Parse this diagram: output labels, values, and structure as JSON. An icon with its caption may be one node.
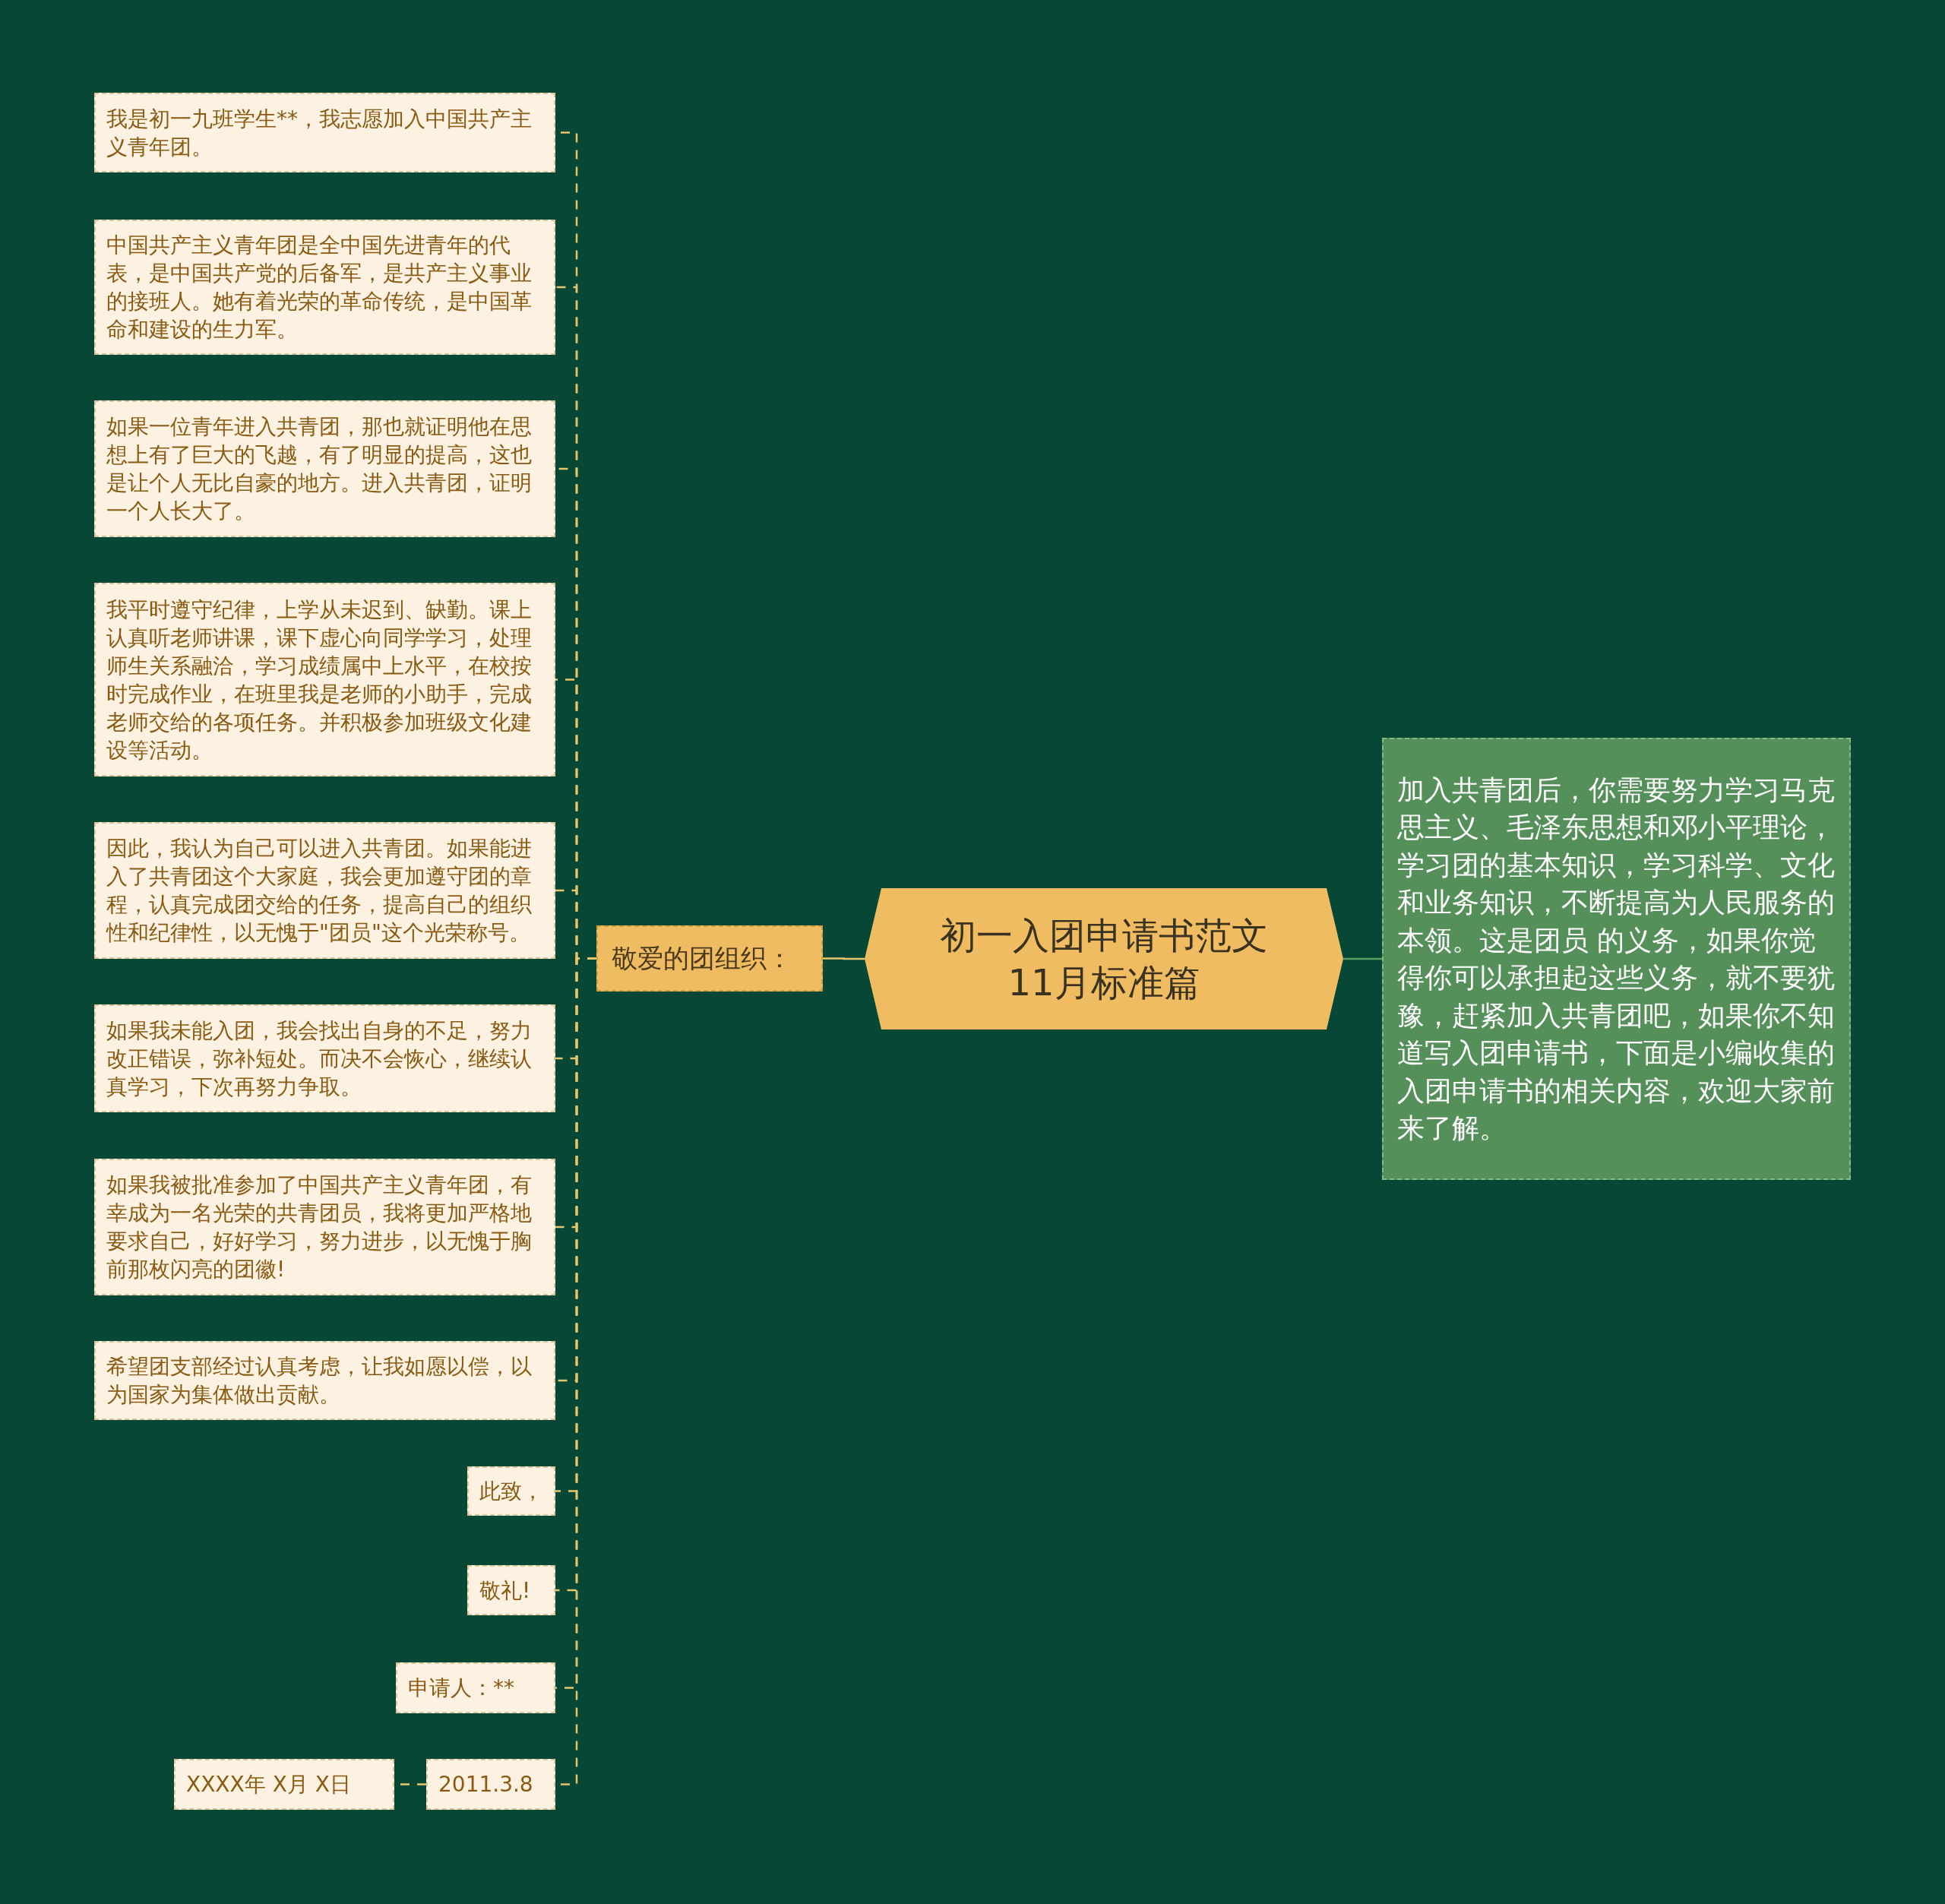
{
  "diagram": {
    "nodes": [
      {
        "text": [
          "初一入团申请书范文11月标准篇"
        ]
      },
      {
        "text": [
          "敬爱的团组织："
        ]
      },
      {
        "text": [
          "我是初一九班学生**，我志愿加入中国共产主义青年团。"
        ]
      },
      {
        "text": [
          "中国共产主义青年团是全中国先进青年的代表，是中国共产党的后备军，是共产主义事业的接班人。她有着光荣的革命传统，是中国革命和建设的生力军。"
        ]
      },
      {
        "text": [
          "如果一位青年进入共青团，那也就证明他在思想上有了巨大的飞越，有了明显的提高，这也是让个人无比自豪的地方。进入共青团，证明一个人长大了。"
        ]
      },
      {
        "text": [
          "我平时遵守纪律，上学从未迟到、缺勤。课上认真听老师讲课，课下虚心向同学学习，处理师生关系融洽，学习成绩属中上水平，在校按时完成作业，在班里我是老师的小助手，完成老师交给的各项任务。并积极参加班级文化建设等活动。"
        ]
      },
      {
        "text": [
          "因此，我认为自己可以进入共青团。如果能进入了共青团这个大家庭，我会更加遵守团的章程，认真完成团交给的任务，提高自己的组织性和纪律性，以无愧于\"团员\"这个光荣称号。"
        ]
      },
      {
        "text": [
          "如果我未能入团，我会找出自身的不足，努力改正错误，弥补短处。而决不会恢心，继续认真学习，下次再努力争取。"
        ]
      },
      {
        "text": [
          "如果我被批准参加了中国共产主义青年团，有幸成为一名光荣的共青团员，我将更加严格地要求自己，好好学习，努力进步，以无愧于胸前那枚闪亮的团徽!"
        ]
      },
      {
        "text": [
          "希望团支部经过认真考虑，让我如愿以偿，以为国家为集体做出贡献。"
        ]
      },
      {
        "text": [
          "此致，"
        ]
      },
      {
        "text": [
          "敬礼!"
        ]
      },
      {
        "text": [
          "申请人：**"
        ]
      },
      {
        "text": [
          "2011.3.8"
        ]
      },
      {
        "text": [
          "XXXX年 X月 X日"
        ]
      },
      {
        "text": [
          "加入共青团后，你需要努力学习马克思主义、毛泽东思想和邓小平理论，学习团的基本知识，学习科学、文化和业务知识，不断提高为人民服务的本领。这是团员 的义务，如果你觉得你可以承担起这些义务，就不要犹豫，赶紧加入共青团吧，如果你不知道写入团申请书，下面是小编收集的入团申请书的相关内容，欢迎大家前来了解。"
        ]
      }
    ],
    "edges": [
      {
        "from": 0,
        "to": 1,
        "arrow": "none"
      },
      {
        "from": 1,
        "to": 2,
        "arrow": "none",
        "style": "dashed"
      },
      {
        "from": 1,
        "to": 3,
        "arrow": "none",
        "style": "dashed"
      },
      {
        "from": 1,
        "to": 4,
        "arrow": "none",
        "style": "dashed"
      },
      {
        "from": 1,
        "to": 5,
        "arrow": "none",
        "style": "dashed"
      },
      {
        "from": 1,
        "to": 6,
        "arrow": "none",
        "style": "dashed"
      },
      {
        "from": 1,
        "to": 7,
        "arrow": "none",
        "style": "dashed"
      },
      {
        "from": 1,
        "to": 8,
        "arrow": "none",
        "style": "dashed"
      },
      {
        "from": 1,
        "to": 9,
        "arrow": "none",
        "style": "dashed"
      },
      {
        "from": 1,
        "to": 10,
        "arrow": "none",
        "style": "dashed"
      },
      {
        "from": 1,
        "to": 11,
        "arrow": "none",
        "style": "dashed"
      },
      {
        "from": 1,
        "to": 12,
        "arrow": "none",
        "style": "dashed"
      },
      {
        "from": 1,
        "to": 13,
        "arrow": "none",
        "style": "dashed"
      },
      {
        "from": 13,
        "to": 14,
        "arrow": "none",
        "style": "dashed"
      },
      {
        "from": 0,
        "to": 15,
        "arrow": "none",
        "color": "#5d9c61"
      }
    ]
  }
}
